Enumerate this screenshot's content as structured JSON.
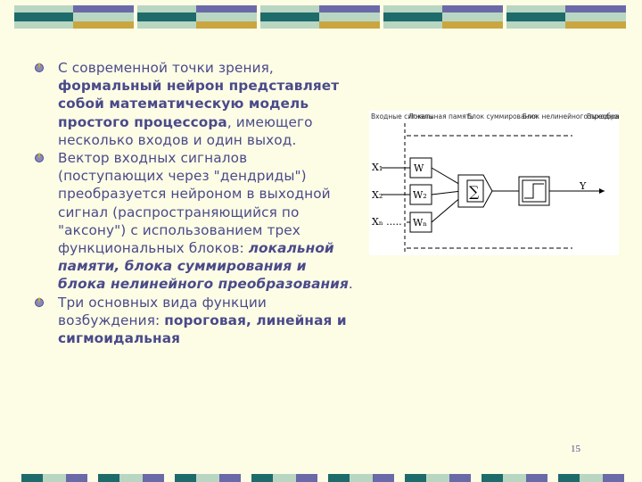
{
  "slide": {
    "bullets": [
      {
        "segments": [
          {
            "text": "С современной точки зрения, ",
            "style": "normal"
          },
          {
            "text": "формальный нейрон представляет собой математическую модель простого процессора",
            "style": "bold"
          },
          {
            "text": ", имеющего несколько входов и один выход.",
            "style": "normal"
          }
        ]
      },
      {
        "segments": [
          {
            "text": "Вектор входных сигналов (поступающих через \"дендриды\") преобразуется нейроном в выходной сигнал (распространяющийся по \"аксону\") с использованием трех функциональных блоков: ",
            "style": "normal"
          },
          {
            "text": "локальной памяти, блока суммирования и блока нелинейного преобразования",
            "style": "bold-italic"
          },
          {
            "text": ".",
            "style": "normal"
          }
        ]
      },
      {
        "segments": [
          {
            "text": "Три основных вида функции возбуждения: ",
            "style": "normal"
          },
          {
            "text": "пороговая, линейная и сигмоидальная",
            "style": "bold"
          }
        ]
      }
    ],
    "page_number": "15"
  },
  "diagram": {
    "headers": [
      "Входные сигналы",
      "Локальная память",
      "Блок суммирования",
      "Блок нелинейного преобразования",
      "Выходной сигнал"
    ],
    "inputs": [
      "X₁",
      "X₂",
      "Xₙ ....."
    ],
    "weights": [
      "W",
      "W₂",
      "Wₙ"
    ],
    "sum_symbol": "∑",
    "output": "Y"
  },
  "colors": {
    "background": "#fdfde6",
    "text": "#4a4a8a",
    "stripe_teal": "#1e6b6b",
    "stripe_purple": "#6a6aa8",
    "stripe_gold": "#c9a640",
    "stripe_light": "#b9d6c2"
  }
}
